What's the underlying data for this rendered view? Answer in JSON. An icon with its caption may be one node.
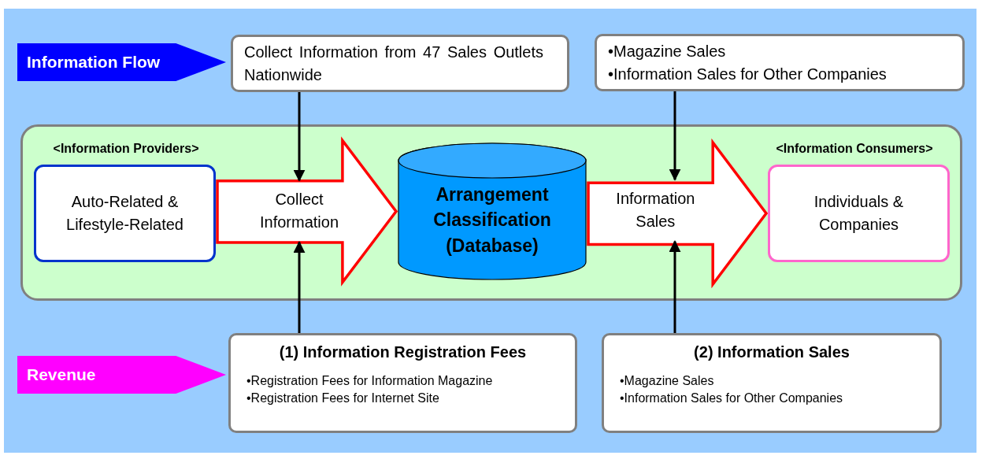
{
  "diagram": {
    "nodes": [
      {
        "text": [
          "Information Flow"
        ]
      },
      {
        "text": [
          "Collect Information from 47 Sales Outlets Nationwide"
        ]
      },
      {
        "text": [
          "•Magazine Sales",
          "•Information Sales for Other Companies"
        ]
      },
      {
        "text": [],
        "shape": "box"
      },
      {
        "text": [
          "<Information Providers>",
          "Auto-Related & Lifestyle-Related"
        ],
        "in": 3
      },
      {
        "text": [
          "Collect Information"
        ],
        "in": 3
      },
      {
        "text": [
          "Arrangement Classification (Database)"
        ],
        "in": 3
      },
      {
        "text": [
          "Information Sales"
        ],
        "in": 3
      },
      {
        "text": [
          "<Information Consumers>",
          "Individuals & Companies"
        ],
        "in": 3
      },
      {
        "text": [
          "Revenue"
        ]
      },
      {
        "text": [
          "(1) Information Registration Fees",
          "•Registration Fees for Information Magazine",
          "•Registration Fees for Internet Site"
        ]
      },
      {
        "text": [
          "(2) Information Sales",
          "•Magazine Sales",
          "•Information Sales for Other Companies"
        ]
      }
    ],
    "edges": [
      {
        "from": 1,
        "to": 5,
        "arrow": "to"
      },
      {
        "from": 2,
        "to": 7,
        "arrow": "to"
      },
      {
        "from": 10,
        "to": 5,
        "arrow": "to"
      },
      {
        "from": 11,
        "to": 7,
        "arrow": "to"
      },
      {
        "from": 4,
        "to": 6,
        "arrow": "to",
        "style": "thick",
        "color": "#ff0000"
      },
      {
        "from": 6,
        "to": 8,
        "arrow": "to",
        "style": "thick",
        "color": "#ff0000"
      }
    ]
  }
}
